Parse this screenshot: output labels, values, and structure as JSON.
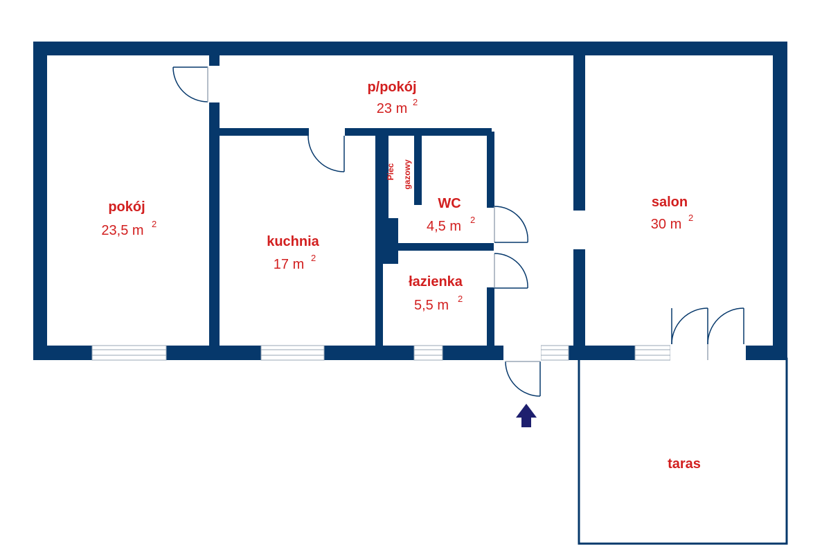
{
  "colors": {
    "wall": "#06386b",
    "label": "#d21f1f",
    "arrow": "#1e1f6e",
    "line": "#9aa7b6"
  },
  "rooms": {
    "ppokoj": {
      "name": "p/pokój",
      "area": "23 m",
      "sup": "2"
    },
    "pokoj": {
      "name": "pokój",
      "area": "23,5 m",
      "sup": "2"
    },
    "kuchnia": {
      "name": "kuchnia",
      "area": "17 m",
      "sup": "2"
    },
    "wc": {
      "name": "WC",
      "area": "4,5 m",
      "sup": "2"
    },
    "lazienka": {
      "name": "łazienka",
      "area": "5,5 m",
      "sup": "2"
    },
    "salon": {
      "name": "salon",
      "area": "30 m",
      "sup": "2"
    },
    "taras": {
      "name": "taras"
    }
  },
  "furnace": {
    "line1": "Piec",
    "line2": "gazowy"
  },
  "icons": {
    "entrance": "entrance-arrow-icon"
  }
}
